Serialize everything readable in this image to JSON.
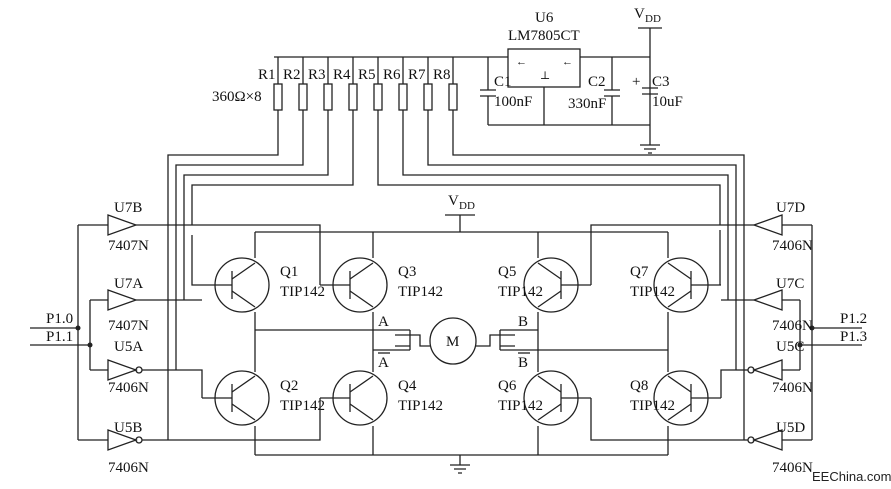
{
  "resistors": {
    "labels": [
      "R1",
      "R2",
      "R3",
      "R4",
      "R5",
      "R6",
      "R7",
      "R8"
    ],
    "value": "360Ω×8"
  },
  "regulator": {
    "ref": "U6",
    "part": "LM7805CT",
    "pins": [
      "←",
      "⊥",
      "←"
    ]
  },
  "capacitors": [
    {
      "ref": "C1",
      "value": "100nF"
    },
    {
      "ref": "C2",
      "value": "330nF"
    },
    {
      "ref": "C3",
      "value": "10uF",
      "polarity": "+"
    }
  ],
  "supply": {
    "v": "V",
    "sub": "DD"
  },
  "buffers": [
    {
      "ref": "U7B",
      "part": "7407N"
    },
    {
      "ref": "U7A",
      "part": "7407N"
    },
    {
      "ref": "U5A",
      "part": "7406N"
    },
    {
      "ref": "U5B",
      "part": "7406N"
    },
    {
      "ref": "U7D",
      "part": "7406N"
    },
    {
      "ref": "U7C",
      "part": "7406N"
    },
    {
      "ref": "U5C",
      "part": "7406N"
    },
    {
      "ref": "U5D",
      "part": "7406N"
    }
  ],
  "ports": [
    "P1.0",
    "P1.1",
    "P1.2",
    "P1.3"
  ],
  "transistors": [
    {
      "ref": "Q1",
      "part": "TIP142"
    },
    {
      "ref": "Q2",
      "part": "TIP142"
    },
    {
      "ref": "Q3",
      "part": "TIP142"
    },
    {
      "ref": "Q4",
      "part": "TIP142"
    },
    {
      "ref": "Q5",
      "part": "TIP142"
    },
    {
      "ref": "Q6",
      "part": "TIP142"
    },
    {
      "ref": "Q7",
      "part": "TIP142"
    },
    {
      "ref": "Q8",
      "part": "TIP142"
    }
  ],
  "motor": {
    "label": "M",
    "terminals": [
      "A",
      "A",
      "B",
      "B"
    ]
  },
  "watermark": "EEChina.com"
}
